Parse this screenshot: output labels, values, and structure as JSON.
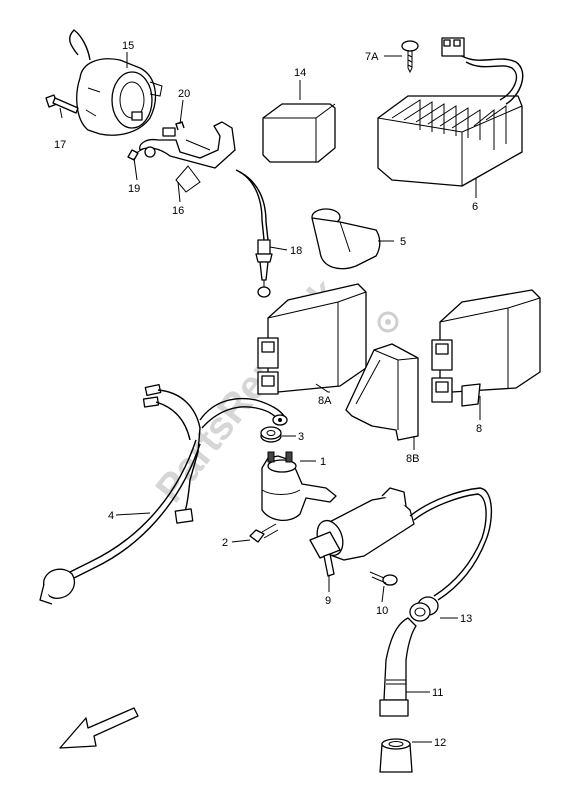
{
  "watermark": {
    "text": "PartsRepublik"
  },
  "callouts": {
    "c1": "1",
    "c2": "2",
    "c3": "3",
    "c4": "4",
    "c5": "5",
    "c6": "6",
    "c7a": "7A",
    "c8": "8",
    "c8a": "8A",
    "c8b": "8B",
    "c9": "9",
    "c10": "10",
    "c11": "11",
    "c12": "12",
    "c13": "13",
    "c14": "14",
    "c15": "15",
    "c16": "16",
    "c17": "17",
    "c18": "18",
    "c19": "19",
    "c20": "20"
  },
  "icons": {
    "gear": "gear-icon",
    "direction": "front-direction-arrow-icon"
  }
}
